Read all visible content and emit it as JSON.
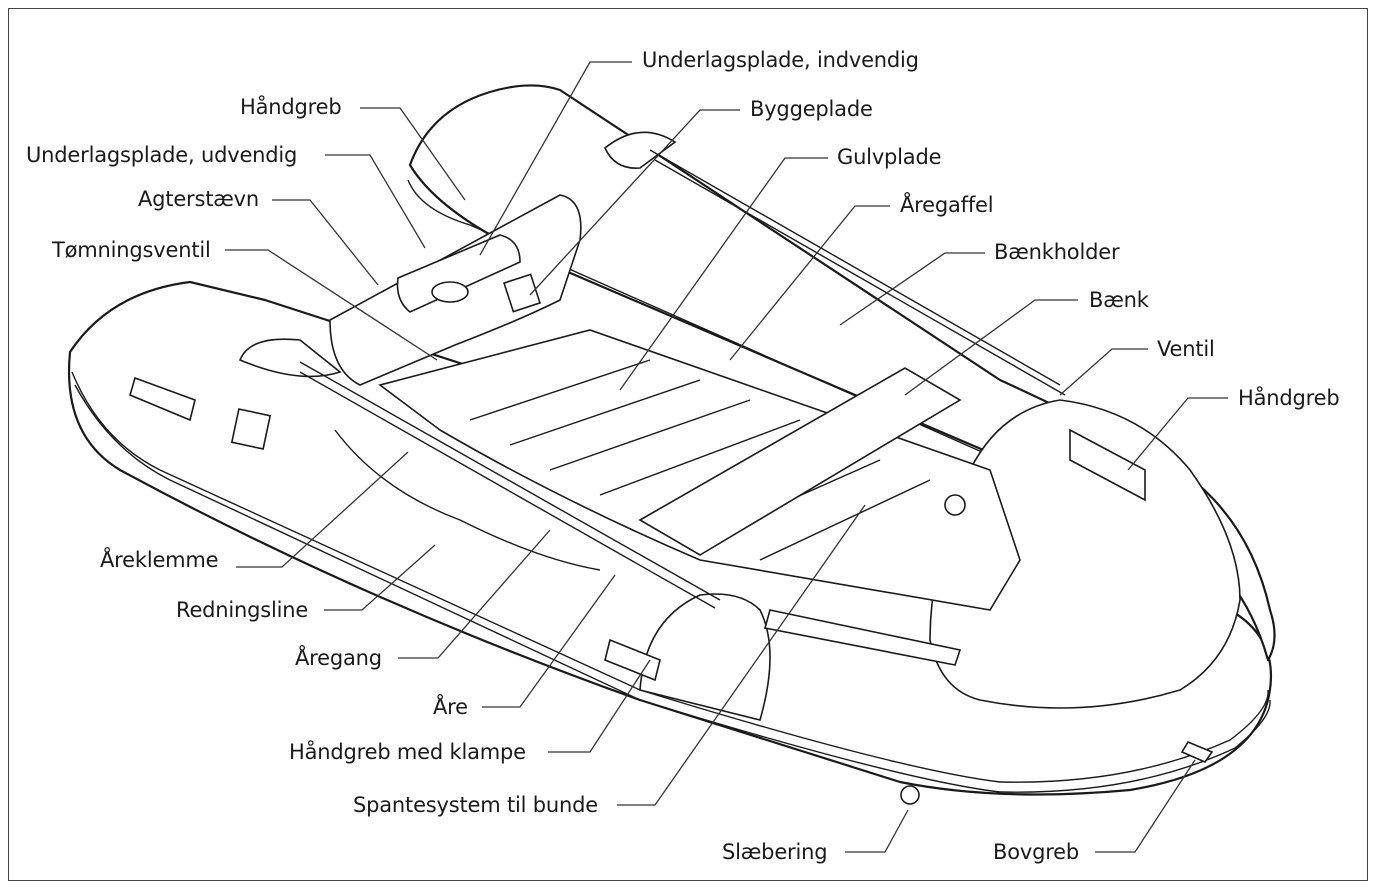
{
  "colors": {
    "line": "#1a1a1a",
    "leader": "#333333",
    "background": "#ffffff",
    "frame": "#444444"
  },
  "labels": {
    "underlagsplade_indvendig": "Underlagsplade, indvendig",
    "haandgreb_top": "Håndgreb",
    "byggeplade": "Byggeplade",
    "underlagsplade_udvendig": "Underlagsplade, udvendig",
    "gulvplade": "Gulvplade",
    "agterstaevn": "Agterstævn",
    "aaregaffel": "Åregaffel",
    "tomningsventil": "Tømningsventil",
    "baenkholder": "Bænkholder",
    "baenk": "Bænk",
    "ventil": "Ventil",
    "haandgreb_right": "Håndgreb",
    "aareklemme": "Åreklemme",
    "redningsline": "Redningsline",
    "aaregang": "Åregang",
    "aare": "Åre",
    "haandgreb_klampe": "Håndgreb med klampe",
    "spantesystem": "Spantesystem til bunde",
    "slaebering": "Slæbering",
    "bovgreb": "Bovgreb"
  }
}
